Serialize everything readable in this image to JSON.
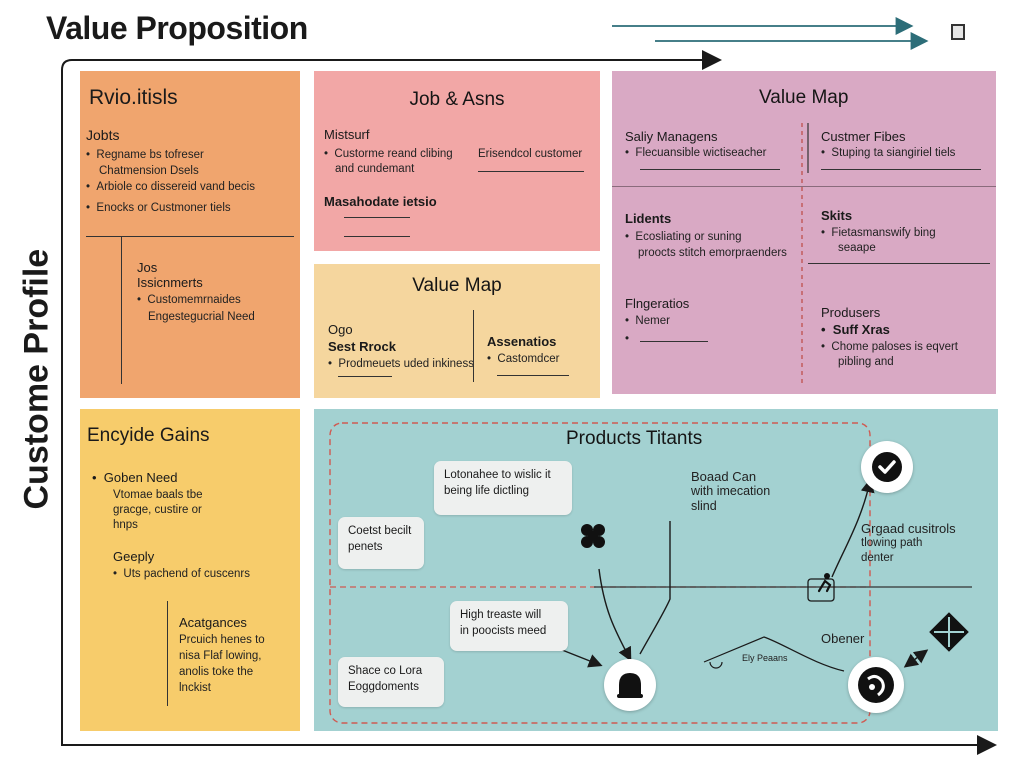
{
  "header": {
    "title": "Value Proposition",
    "side_label": "Custome Profile"
  },
  "colors": {
    "orange": "#f0a56e",
    "pink": "#f2a7a6",
    "mauve": "#d9a9c4",
    "peach": "#f5d69e",
    "yellow": "#f7cc6b",
    "teal": "#a3d1d1",
    "red_dash": "#d05a52"
  },
  "orange_panel": {
    "title": "Rvio.itisls",
    "jobs_heading": "Jobts",
    "jobs_items": [
      "Regname bs tofreser",
      "Chatmension Dsels",
      "Arbiole co dissereid vand becis",
      "Enocks or Custmoner tiels"
    ],
    "block_heading_1": "Jos",
    "block_heading_2": "Issicnmerts",
    "block_items": [
      "Customemrnaides",
      "Engestegucrial Need"
    ]
  },
  "pink_panel": {
    "title": "Job & Asns",
    "heading": "Mistsurf",
    "item_1": "Custorme reand clibing",
    "item_1b": "and cundemant",
    "item_2": "Erisendcol customer",
    "heading_2": "Masahodate ietsio"
  },
  "peach_panel": {
    "title": "Value Map",
    "left_heading_1": "Ogo",
    "left_heading_2": "Sest Rrock",
    "left_item": "Prodmeuets uded inkiness",
    "right_heading": "Assenatios",
    "right_item": "Castomdcer"
  },
  "mauve_panel": {
    "title": "Value Map",
    "col1_heading": "Saliy Managens",
    "col1_item": "Flecuansible wictiseacher",
    "col2_heading": "Custmer Fibes",
    "col2_item": "Stuping ta siangiriel tiels",
    "sec2_left_heading": "Lidents",
    "sec2_left_item_1": "Ecosliating or suning",
    "sec2_left_item_2": "proocts stitch emorpraenders",
    "sec2_right_heading": "Skits",
    "sec2_right_item_1": "Fietasmanswify bing",
    "sec2_right_item_2": "seaape",
    "sec3_left_heading": "Flngeratios",
    "sec3_left_item": "Nemer",
    "sec3_right_heading": "Produsers",
    "sec3_right_sub": "Suff Xras",
    "sec3_right_item_1": "Chome paloses is eqvert",
    "sec3_right_item_2": "pibling and"
  },
  "yellow_panel": {
    "title": "Encyide Gains",
    "heading_1": "Goben Need",
    "desc_1": [
      "Vtomae baals tbe",
      "gracge, custire or",
      "hnps"
    ],
    "heading_2": "Geeply",
    "item_2": "Uts pachend of cuscenrs",
    "heading_3": "Acatgances",
    "desc_3": [
      "Prcuich henes to",
      "nisa Flaf lowing,",
      "anolis toke the",
      "lnckist"
    ]
  },
  "teal_panel": {
    "title": "Products Titants",
    "note_1": [
      "Lotonahee to wislic it",
      "being life dictling"
    ],
    "note_2": [
      "Coetst becilt",
      "penets"
    ],
    "note_3": [
      "High treaste will",
      "in poocists meed"
    ],
    "note_4": [
      "Shace co Lora",
      "Eoggdoments"
    ],
    "label_1": [
      "Boaad Can",
      "with imecation",
      "slind"
    ],
    "label_2": [
      "Grgaad cusitrols",
      "tlowing path",
      "denter"
    ],
    "label_3": "Obener",
    "label_4": "Ely Peaans"
  },
  "icons": [
    "check-icon",
    "cross-shape-icon",
    "bell-icon",
    "diamond-icon",
    "face-icon",
    "figure-icon",
    "corner-logo-icon"
  ]
}
